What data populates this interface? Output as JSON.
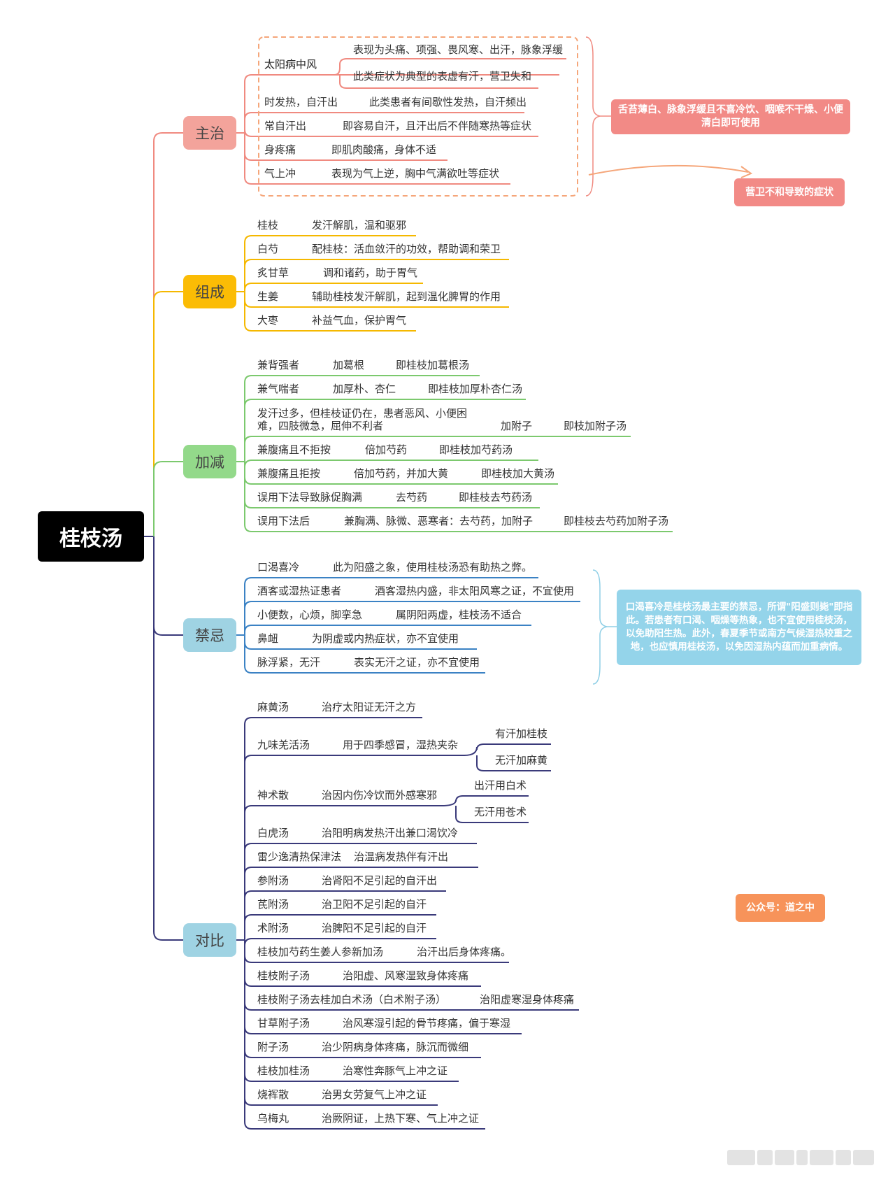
{
  "root": {
    "title": "桂枝汤"
  },
  "branches": [
    {
      "name": "主治",
      "color": "#f08a80",
      "items": [
        {
          "label": "太阳病中风",
          "subs": [
            "表现为头痛、项强、畏风寒、出汗，脉象浮缓",
            "此类症状为典型的表虚有汗，营卫失和"
          ]
        },
        {
          "label": "时发热，自汗出",
          "subs": [
            "此类患者有间歇性发热，自汗频出"
          ]
        },
        {
          "label": "常自汗出",
          "subs": [
            "即容易自汗，且汗出后不伴随寒热等症状"
          ]
        },
        {
          "label": "身疼痛",
          "subs": [
            "即肌肉酸痛，身体不适"
          ]
        },
        {
          "label": "气上冲",
          "subs": [
            "表现为气上逆，胸中气满欲吐等症状"
          ]
        }
      ],
      "notes": [
        "舌苔薄白、脉象浮缓且不喜冷饮、咽喉不干燥、小便清白即可使用",
        "营卫不和导致的症状"
      ]
    },
    {
      "name": "组成",
      "color": "#f5b800",
      "items": [
        {
          "label": "桂枝",
          "subs": [
            "发汗解肌，温和驱邪"
          ]
        },
        {
          "label": "白芍",
          "subs": [
            "配桂枝：活血敛汗的功效，帮助调和荣卫"
          ]
        },
        {
          "label": "炙甘草",
          "subs": [
            "调和诸药，助于胃气"
          ]
        },
        {
          "label": "生姜",
          "subs": [
            "辅助桂枝发汗解肌，起到温化脾胃的作用"
          ]
        },
        {
          "label": "大枣",
          "subs": [
            "补益气血，保护胃气"
          ]
        }
      ]
    },
    {
      "name": "加减",
      "color": "#7cc96e",
      "items": [
        {
          "label": "兼背强者",
          "subs": [
            "加葛根",
            "即桂枝加葛根汤"
          ]
        },
        {
          "label": "兼气喘者",
          "subs": [
            "加厚朴、杏仁",
            "即桂枝加厚朴杏仁汤"
          ]
        },
        {
          "label": "发汗过多，但桂枝证仍在，患者恶风、小便困难，四肢微急，屈伸不利者",
          "line1": "发汗过多，但桂枝证仍在，患者恶风、小便困",
          "line2": "难，四肢微急，屈伸不利者",
          "subs": [
            "加附子",
            "即枝加附子汤"
          ]
        },
        {
          "label": "兼腹痛且不拒按",
          "subs": [
            "倍加芍药",
            "即桂枝加芍药汤"
          ]
        },
        {
          "label": "兼腹痛且拒按",
          "subs": [
            "倍加芍药，并加大黄",
            "即桂枝加大黄汤"
          ]
        },
        {
          "label": "误用下法导致脉促胸满",
          "subs": [
            "去芍药",
            "即桂枝去芍药汤"
          ]
        },
        {
          "label": "误用下法后",
          "subs": [
            "兼胸满、脉微、恶寒者：去芍药，加附子",
            "即桂枝去芍药加附子汤"
          ]
        }
      ]
    },
    {
      "name": "禁忌",
      "color": "#8fcfe6",
      "items": [
        {
          "label": "口渴喜冷",
          "subs": [
            "此为阳盛之象，使用桂枝汤恐有助热之弊。"
          ]
        },
        {
          "label": "酒客或湿热证患者",
          "subs": [
            "酒客湿热内盛，非太阳风寒之证，不宜使用"
          ]
        },
        {
          "label": "小便数，心烦，脚挛急",
          "subs": [
            "属阴阳两虚，桂枝汤不适合"
          ]
        },
        {
          "label": "鼻衄",
          "subs": [
            "为阴虚或内热症状，亦不宜使用"
          ]
        },
        {
          "label": "脉浮紧，无汗",
          "subs": [
            "表实无汗之证，亦不宜使用"
          ]
        }
      ],
      "notes": [
        "口渴喜冷是桂枝汤最主要的禁忌，所谓\"阳盛则毙\"即指此。若患者有口渴、咽燥等热象，也不宜使用桂枝汤，以免助阳生热。此外，春夏季节或南方气候湿热较重之地，也应慎用桂枝汤，以免因湿热内蕴而加重病情。"
      ]
    },
    {
      "name": "对比",
      "color": "#8fcfe6",
      "items": [
        {
          "label": "麻黄汤",
          "subs": [
            "治疗太阳证无汗之方"
          ]
        },
        {
          "label": "九味羌活汤",
          "subs": [
            "用于四季感冒，湿热夹杂"
          ],
          "leaves": [
            "有汗加桂枝",
            "无汗加麻黄"
          ]
        },
        {
          "label": "神术散",
          "subs": [
            "治因内伤冷饮而外感寒邪"
          ],
          "leaves": [
            "出汗用白术",
            "无汗用苍术"
          ]
        },
        {
          "label": "白虎汤",
          "subs": [
            "治阳明病发热汗出兼口渴饮冷"
          ]
        },
        {
          "label": "雷少逸清热保津法",
          "subs": [
            "治温病发热伴有汗出"
          ]
        },
        {
          "label": "参附汤",
          "subs": [
            "治肾阳不足引起的自汗出"
          ]
        },
        {
          "label": "芪附汤",
          "subs": [
            "治卫阳不足引起的自汗"
          ]
        },
        {
          "label": "术附汤",
          "subs": [
            "治脾阳不足引起的自汗"
          ]
        },
        {
          "label": "桂枝加芍药生姜人参新加汤",
          "subs": [
            "治汗出后身体疼痛。"
          ]
        },
        {
          "label": "桂枝附子汤",
          "subs": [
            "治阳虚、风寒湿致身体疼痛"
          ]
        },
        {
          "label": "桂枝附子汤去桂加白术汤（白术附子汤）",
          "subs": [
            "治阳虚寒湿身体疼痛"
          ]
        },
        {
          "label": "甘草附子汤",
          "subs": [
            "治风寒湿引起的骨节疼痛，偏于寒湿"
          ]
        },
        {
          "label": "附子汤",
          "subs": [
            "治少阴病身体疼痛，脉沉而微细"
          ]
        },
        {
          "label": "桂枝加桂汤",
          "subs": [
            "治寒性奔豚气上冲之证"
          ]
        },
        {
          "label": "烧裈散",
          "subs": [
            "治男女劳复气上冲之证"
          ]
        },
        {
          "label": "乌梅丸",
          "subs": [
            "治厥阴证，上热下寒、气上冲之证"
          ]
        }
      ]
    }
  ],
  "footer": {
    "badge": "公众号：道之中"
  },
  "colors": {
    "root_bg": "#000000",
    "line_root": "#3a3a7a",
    "zhuzhi_badge": "#f0a7a0",
    "zhuzhi_note": "#f28a86",
    "tan_note": "#f5a67a",
    "jiji_note": "#94d4ea",
    "footer_badge": "#f7935a",
    "zucheng_badge": "#fbbc05",
    "jiajian_badge": "#8dd68a",
    "jiji_badge": "#9fd3e3",
    "duibi_badge": "#9fd3e3"
  }
}
